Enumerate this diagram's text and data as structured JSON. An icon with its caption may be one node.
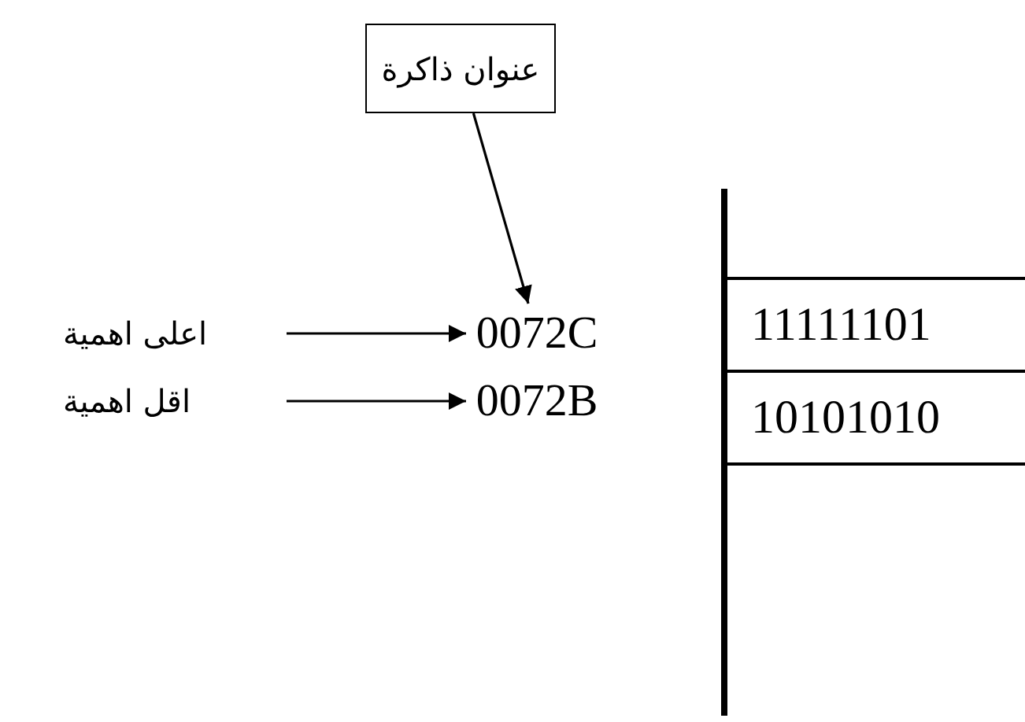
{
  "diagram": {
    "nodes": [
      {
        "text": [
          "عنوان ذاكرة"
        ]
      },
      {
        "text": [
          "0072C"
        ]
      },
      {
        "text": [
          "اعلى اهمية"
        ]
      },
      {
        "text": [
          "0072B"
        ]
      },
      {
        "text": [
          "اقل اهمية"
        ]
      },
      {
        "text": [
          "11111101"
        ]
      },
      {
        "text": [
          "10101010"
        ]
      }
    ],
    "edges": [
      {
        "from": 0,
        "to": 1,
        "arrow": "to"
      },
      {
        "from": 2,
        "to": 1,
        "arrow": "to"
      },
      {
        "from": 4,
        "to": 3,
        "arrow": "to"
      }
    ]
  }
}
